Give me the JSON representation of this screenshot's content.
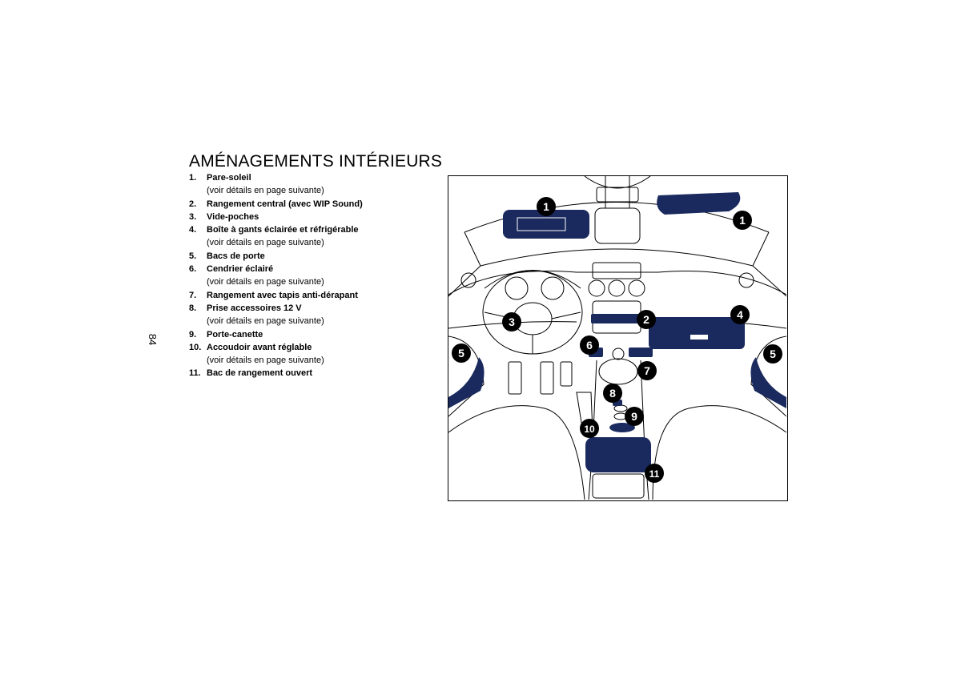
{
  "title": "AMÉNAGEMENTS INTÉRIEURS",
  "page_number": "84",
  "items": [
    {
      "num": "1.",
      "label": "Pare-soleil",
      "note": "(voir détails en page suivante)"
    },
    {
      "num": "2.",
      "label": "Rangement central (avec WIP Sound)",
      "note": ""
    },
    {
      "num": "3.",
      "label": "Vide-poches",
      "note": ""
    },
    {
      "num": "4.",
      "label": "Boîte à gants éclairée et réfrigérable",
      "note": "(voir détails en page suivante)"
    },
    {
      "num": "5.",
      "label": "Bacs de porte",
      "note": ""
    },
    {
      "num": "6.",
      "label": "Cendrier éclairé",
      "note": "(voir détails en page suivante)"
    },
    {
      "num": "7.",
      "label": "Rangement avec tapis anti-dérapant",
      "note": ""
    },
    {
      "num": "8.",
      "label": "Prise accessoires 12 V",
      "note": "(voir détails en page suivante)"
    },
    {
      "num": "9.",
      "label": "Porte-canette",
      "note": ""
    },
    {
      "num": "10.",
      "label": "Accoudoir avant réglable",
      "note": "(voir détails en page suivante)"
    },
    {
      "num": "11.",
      "label": "Bac de rangement ouvert",
      "note": ""
    }
  ],
  "figure": {
    "callouts": [
      "1",
      "1",
      "2",
      "3",
      "4",
      "5",
      "5",
      "6",
      "7",
      "8",
      "9",
      "10",
      "11"
    ],
    "highlight_color": "#1b2a5e",
    "line_color": "#000000"
  }
}
